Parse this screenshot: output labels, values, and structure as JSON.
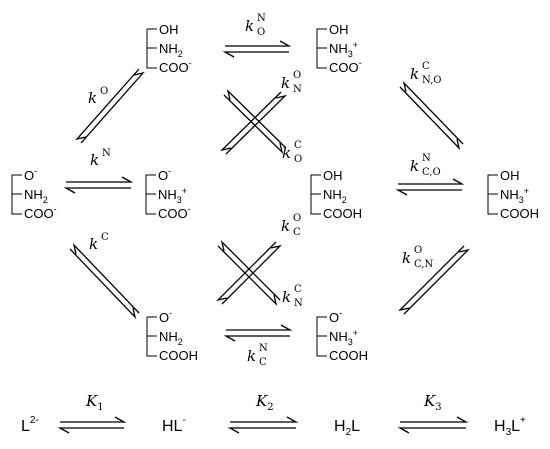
{
  "species": {
    "top_left": {
      "o": "OH",
      "n": "NH",
      "n_sub": "2",
      "n_sup": "",
      "c": "COO",
      "c_sup": "-"
    },
    "top_right": {
      "o": "OH",
      "n": "NH",
      "n_sub": "3",
      "n_sup": "+",
      "c": "COO",
      "c_sup": "-"
    },
    "mid_far_left": {
      "o": "O",
      "o_sup": "-",
      "n": "NH",
      "n_sub": "2",
      "n_sup": "",
      "c": "COO",
      "c_sup": "-"
    },
    "mid_left": {
      "o": "O",
      "o_sup": "-",
      "n": "NH",
      "n_sub": "3",
      "n_sup": "+",
      "c": "COO",
      "c_sup": "-"
    },
    "mid_right": {
      "o": "OH",
      "n": "NH",
      "n_sub": "2",
      "n_sup": "",
      "c": "COOH",
      "c_sup": ""
    },
    "mid_far_right": {
      "o": "OH",
      "n": "NH",
      "n_sub": "3",
      "n_sup": "+",
      "c": "COOH",
      "c_sup": ""
    },
    "bottom_left": {
      "o": "O",
      "o_sup": "-",
      "n": "NH",
      "n_sub": "2",
      "n_sup": "",
      "c": "COOH",
      "c_sup": ""
    },
    "bottom_right": {
      "o": "O",
      "o_sup": "-",
      "n": "NH",
      "n_sub": "3",
      "n_sup": "+",
      "c": "COOH",
      "c_sup": ""
    }
  },
  "rate_labels": {
    "kON": {
      "base": "k",
      "sup": "N",
      "sub": "O"
    },
    "kO": {
      "base": "k",
      "sup": "O",
      "sub": ""
    },
    "kNO": {
      "base": "k",
      "sup": "O",
      "sub": "N"
    },
    "kOC": {
      "base": "k",
      "sup": "C",
      "sub": "O"
    },
    "kNOC": {
      "base": "k",
      "sup": "C",
      "sub": "N,O"
    },
    "kN": {
      "base": "k",
      "sup": "N",
      "sub": ""
    },
    "kCON": {
      "base": "k",
      "sup": "N",
      "sub": "C,O"
    },
    "kC": {
      "base": "k",
      "sup": "C",
      "sub": ""
    },
    "kCO": {
      "base": "k",
      "sup": "O",
      "sub": "C"
    },
    "kCNO": {
      "base": "k",
      "sup": "O",
      "sub": "C,N"
    },
    "kNC": {
      "base": "k",
      "sup": "C",
      "sub": "N"
    },
    "kCN": {
      "base": "k",
      "sup": "N",
      "sub": "C"
    }
  },
  "macro": {
    "L": {
      "base": "L",
      "sup": "2-"
    },
    "HL": {
      "base": "HL",
      "sup": "-"
    },
    "H2L": {
      "pre": "H",
      "sub": "2",
      "post": "L"
    },
    "H3L": {
      "pre": "H",
      "sub": "3",
      "post": "L",
      "sup": "+"
    },
    "K1": {
      "base": "K",
      "sub": "1"
    },
    "K2": {
      "base": "K",
      "sub": "2"
    },
    "K3": {
      "base": "K",
      "sub": "3"
    }
  }
}
